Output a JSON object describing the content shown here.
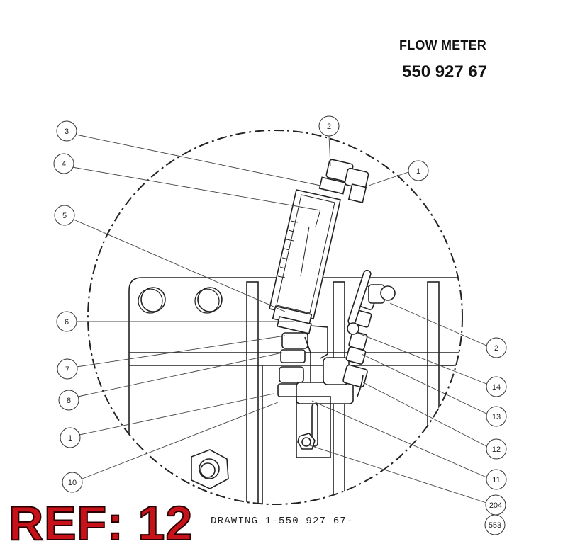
{
  "header": {
    "title": "FLOW METER",
    "part_number": "550 927 67"
  },
  "footer": {
    "drawing": "DRAWING 1-550 927 67-",
    "ref": "REF: 12"
  },
  "callouts": [
    {
      "id": "c3",
      "label": "3"
    },
    {
      "id": "c2a",
      "label": "2"
    },
    {
      "id": "c1a",
      "label": "1"
    },
    {
      "id": "c4",
      "label": "4"
    },
    {
      "id": "c5",
      "label": "5"
    },
    {
      "id": "c6",
      "label": "6"
    },
    {
      "id": "c7",
      "label": "7"
    },
    {
      "id": "c8",
      "label": "8"
    },
    {
      "id": "c1b",
      "label": "1"
    },
    {
      "id": "c10",
      "label": "10"
    },
    {
      "id": "c2b",
      "label": "2"
    },
    {
      "id": "c14",
      "label": "14"
    },
    {
      "id": "c13",
      "label": "13"
    },
    {
      "id": "c12",
      "label": "12"
    },
    {
      "id": "c11",
      "label": "11"
    },
    {
      "id": "c204",
      "label": "204"
    },
    {
      "id": "c553",
      "label": "553"
    }
  ]
}
